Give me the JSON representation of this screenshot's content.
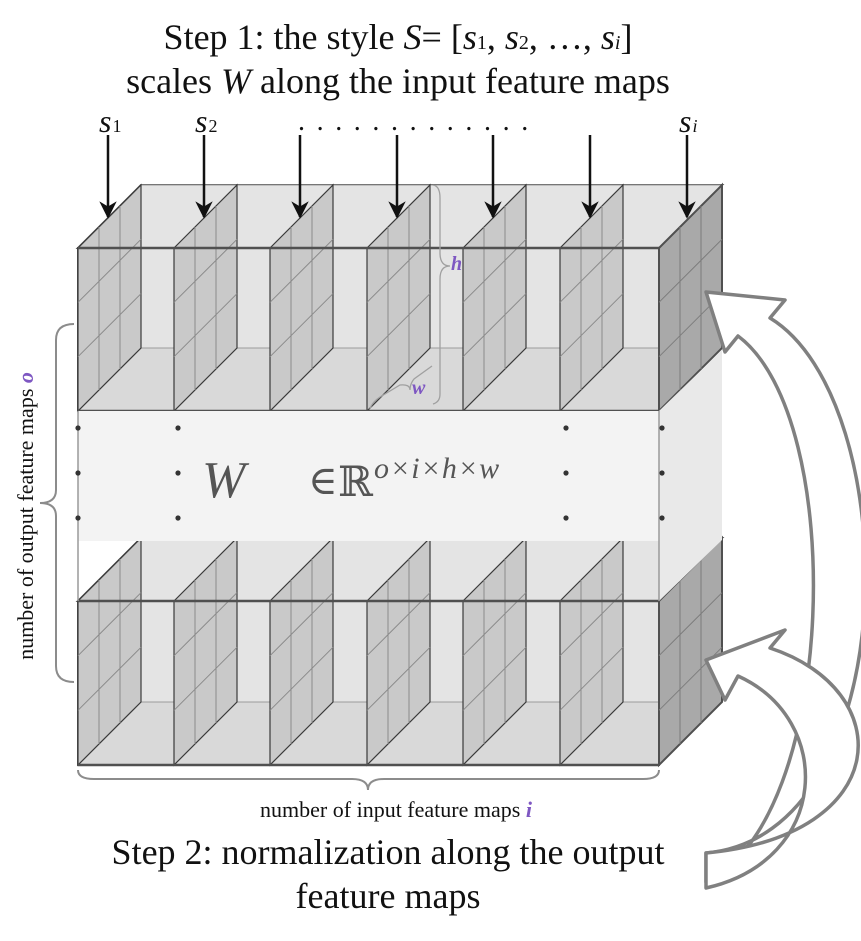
{
  "title": {
    "line1": {
      "prefix": "Step 1: the style ",
      "var": "S",
      "mid": "= [",
      "s1": "s",
      "s1_sub": "1",
      "s2": "s",
      "s2_sub": "2",
      "dots": "…",
      "si": "s",
      "si_sub": "i",
      "close": "]"
    },
    "line2": {
      "prefix": "scales ",
      "var": "W",
      "suffix": " along the input feature maps"
    }
  },
  "style_labels": {
    "s1": {
      "letter": "s",
      "sub": "1"
    },
    "s2": {
      "letter": "s",
      "sub": "2"
    },
    "si": {
      "letter": "s",
      "sub": "i"
    },
    "dots": ". . . . . . . . . . . . ."
  },
  "dims": {
    "h": "h",
    "w": "w"
  },
  "weight_formula": {
    "var": "W",
    "in": "∈",
    "set": "ℝ",
    "exp": "o×i×h×w"
  },
  "axis_output": {
    "text": "number of output  feature maps ",
    "var": "o"
  },
  "axis_input": {
    "text": "number of input feature maps ",
    "var": "i"
  },
  "step2": {
    "line1": "Step 2: normalization along the output",
    "line2": "feature maps"
  },
  "colors": {
    "accent_purple": "#7e57c2",
    "edge": "#505050",
    "slab_front": "#c9c9c9",
    "slab_side": "#a9a9a9",
    "block_top": "#e3e3e3",
    "middle_band": "#f3f3f3",
    "curve": "#808080"
  }
}
